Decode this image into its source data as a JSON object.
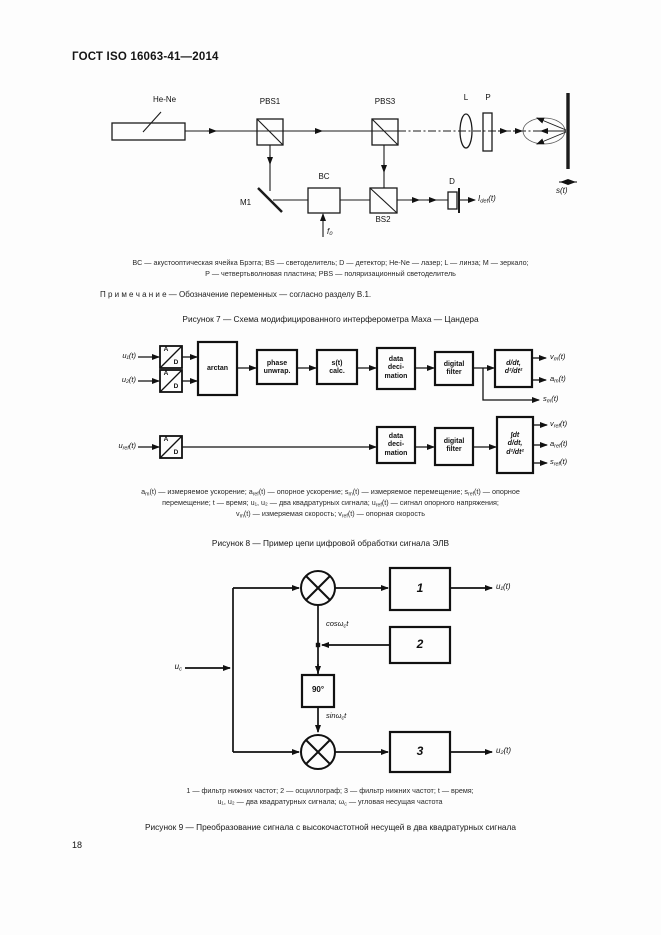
{
  "page": {
    "header": "ГОСТ ISO 16063-41—2014",
    "page_number": "18"
  },
  "fig7": {
    "labels": {
      "laser": "He-Ne",
      "pbs1": "PBS1",
      "pbs3": "PBS3",
      "lens": "L",
      "plate": "P",
      "bragg_cell": "BC",
      "mirror1": "M1",
      "bs2": "BS2",
      "detector": "D",
      "f0": "f₀",
      "i_det": "I~det~(t)",
      "s_t": "s(t)"
    },
    "legend": "BC — акустооптическая ячейка Брэгга; BS — светоделитель; D — детектор; He-Ne — лазер; L — линза; М — зеркало;\nР — четвертьволновая пластина; PBS — поляризационный светоделитель",
    "note": "П р и м е ч а н и е — Обозначение переменных — согласно разделу В.1.",
    "caption": "Рисунок 7 — Схема модифицированного интерферометра Маха — Цандера"
  },
  "fig8": {
    "inputs": {
      "u1": "u₁(t)",
      "u2": "u₂(t)",
      "uref": "u~ref~(t)"
    },
    "blocks": {
      "ad_a": "A",
      "ad_d": "D",
      "arctan": "arctan",
      "phase": "phase\nunwrap.",
      "s_calc": "s(t)\ncalc.",
      "decimation": "data\ndeci-\nmation",
      "filter": "digital\nfilter",
      "deriv": "d/dt,\nd²/dt²",
      "integ": "∫dt\nd/dt,\nd²/dt²"
    },
    "outputs": {
      "vm": "v~m~(t)",
      "am": "a~m~(t)",
      "sm": "s~m~(t)",
      "vref": "v~ref~(t)",
      "aref": "a~ref~(t)",
      "sref": "s~ref~(t)"
    },
    "legend": "a~m~(t) — измеряемое ускорение; a~ref~(t) — опорное ускорение; s~m~(t) — измеряемое перемещение; s~ref~(t) — опорное\nперемещение; t — время; u₁, u₂ — два квадратурных сигнала; u~ref~(t) — сигнал опорного напряжения;\nv~m~(t) — измеряемая скорость; v~ref~(t) — опорная скорость",
    "caption": "Рисунок 8 — Пример цепи цифровой обработки сигнала ЭЛВ"
  },
  "fig9": {
    "labels": {
      "uc": "u~c~",
      "cos": "cosω~c~t",
      "sin": "sinω~c~t",
      "deg90": "90°",
      "b1": "1",
      "b2": "2",
      "b3": "3",
      "u1_out": "u₁(t)",
      "u2_out": "u₂(t)"
    },
    "legend": "1 — фильтр нижних частот; 2 — осциллограф; 3 — фильтр нижних частот; t — время;\nu₁, u₂ — два квадратурных сигнала; ω~c~ — угловая несущая частота",
    "caption": "Рисунок 9 — Преобразование сигнала с высокочастотной несущей в два квадратурных сигнала"
  }
}
